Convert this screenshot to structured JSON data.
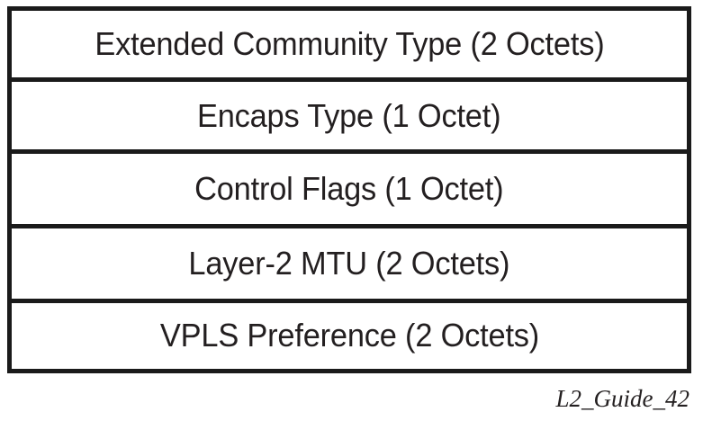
{
  "figure": {
    "kind": "packet-format-diagram",
    "caption": "L2_Guide_42",
    "border_color": "#1a1a1a",
    "text_color": "#231f20",
    "background_color": "#ffffff",
    "fields": [
      {
        "label": "Extended Community Type (2 Octets)",
        "name": "Extended Community Type",
        "size": "2 Octets"
      },
      {
        "label": "Encaps Type (1 Octet)",
        "name": "Encaps Type",
        "size": "1 Octet"
      },
      {
        "label": "Control Flags (1 Octet)",
        "name": "Control Flags",
        "size": "1 Octet"
      },
      {
        "label": "Layer-2 MTU (2 Octets)",
        "name": "Layer-2 MTU",
        "size": "2 Octets"
      },
      {
        "label": "VPLS Preference (2 Octets)",
        "name": "VPLS Preference",
        "size": "2 Octets"
      }
    ]
  }
}
